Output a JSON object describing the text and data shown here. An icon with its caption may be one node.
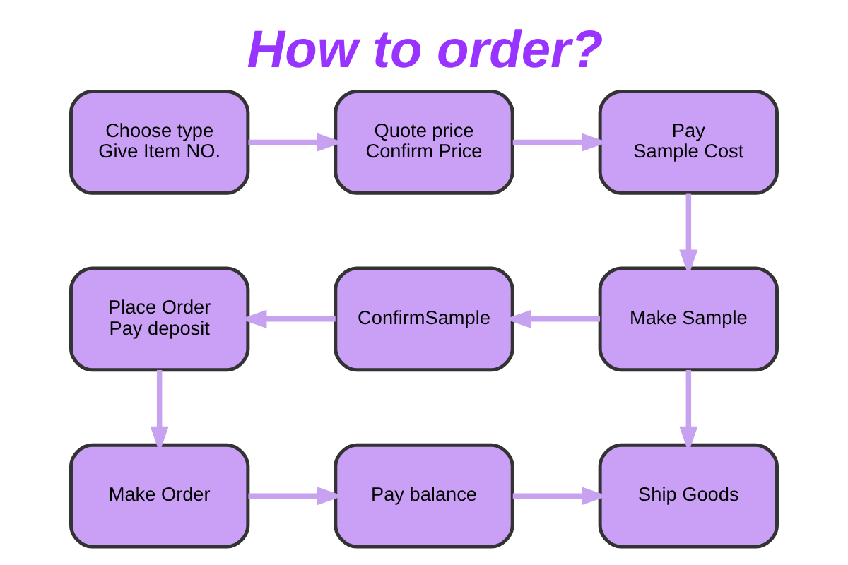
{
  "diagram": {
    "title": "How to order?",
    "nodes": [
      {
        "text": [
          "Choose type Give Item NO."
        ]
      },
      {
        "text": [
          "Quote price Confirm Price"
        ]
      },
      {
        "text": [
          "Pay Sample Cost"
        ]
      },
      {
        "text": [
          "Make Sample"
        ]
      },
      {
        "text": [
          "ConfirmSample"
        ]
      },
      {
        "text": [
          "Place Order Pay deposit"
        ]
      },
      {
        "text": [
          "Make Order"
        ]
      },
      {
        "text": [
          "Pay balance"
        ]
      },
      {
        "text": [
          "Ship Goods"
        ]
      }
    ],
    "edges": [
      {
        "from": 0,
        "to": 1,
        "arrow": "to"
      },
      {
        "from": 1,
        "to": 2,
        "arrow": "to"
      },
      {
        "from": 2,
        "to": 3,
        "arrow": "to"
      },
      {
        "from": 3,
        "to": 4,
        "arrow": "to"
      },
      {
        "from": 4,
        "to": 5,
        "arrow": "to"
      },
      {
        "from": 5,
        "to": 6,
        "arrow": "to"
      },
      {
        "from": 6,
        "to": 7,
        "arrow": "to"
      },
      {
        "from": 7,
        "to": 8,
        "arrow": "to"
      },
      {
        "from": 3,
        "to": 8,
        "arrow": "to"
      }
    ]
  }
}
